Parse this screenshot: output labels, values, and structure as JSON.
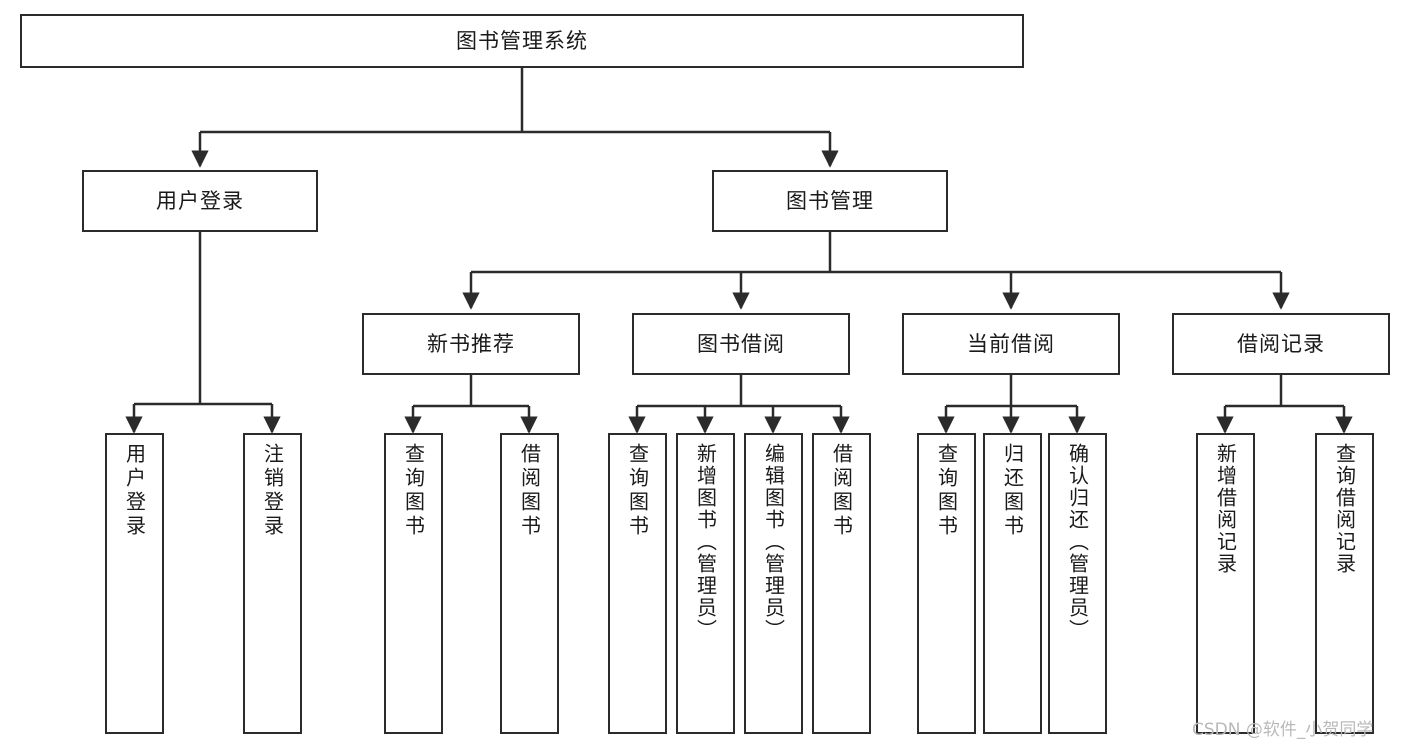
{
  "diagram": {
    "title": "图书管理系统",
    "type": "tree-hierarchy-chart",
    "root": {
      "id": "root",
      "label": "图书管理系统"
    },
    "level2": [
      {
        "id": "user-login",
        "label": "用户登录"
      },
      {
        "id": "book-management",
        "label": "图书管理"
      }
    ],
    "level3": [
      {
        "id": "new-book-recommend",
        "label": "新书推荐"
      },
      {
        "id": "book-borrow",
        "label": "图书借阅"
      },
      {
        "id": "current-borrow",
        "label": "当前借阅"
      },
      {
        "id": "borrow-record",
        "label": "借阅记录"
      }
    ],
    "leaves": {
      "user-login": [
        {
          "id": "leaf-user-login",
          "label": "用户登录"
        },
        {
          "id": "leaf-logout-login",
          "label": "注销登录"
        }
      ],
      "new-book-recommend": [
        {
          "id": "leaf-query-book-1",
          "label": "查询图书"
        },
        {
          "id": "leaf-borrow-book-1",
          "label": "借阅图书"
        }
      ],
      "book-borrow": [
        {
          "id": "leaf-query-book-2",
          "label": "查询图书"
        },
        {
          "id": "leaf-add-book",
          "label": "新增图书（管理员）"
        },
        {
          "id": "leaf-edit-book",
          "label": "编辑图书（管理员）"
        },
        {
          "id": "leaf-borrow-book-2",
          "label": "借阅图书"
        }
      ],
      "current-borrow": [
        {
          "id": "leaf-query-book-3",
          "label": "查询图书"
        },
        {
          "id": "leaf-return-book",
          "label": "归还图书"
        },
        {
          "id": "leaf-confirm-return",
          "label": "确认归还（管理员）"
        }
      ],
      "borrow-record": [
        {
          "id": "leaf-add-record",
          "label": "新增借阅记录"
        },
        {
          "id": "leaf-query-record",
          "label": "查询借阅记录"
        }
      ]
    }
  },
  "watermark": {
    "text": "CSDN @软件_小贺同学"
  },
  "colors": {
    "border": "#2b2b2b",
    "text": "#1a1a1a",
    "background": "#ffffff",
    "connector": "#2b2b2b",
    "watermark": "#b9b9b9"
  }
}
